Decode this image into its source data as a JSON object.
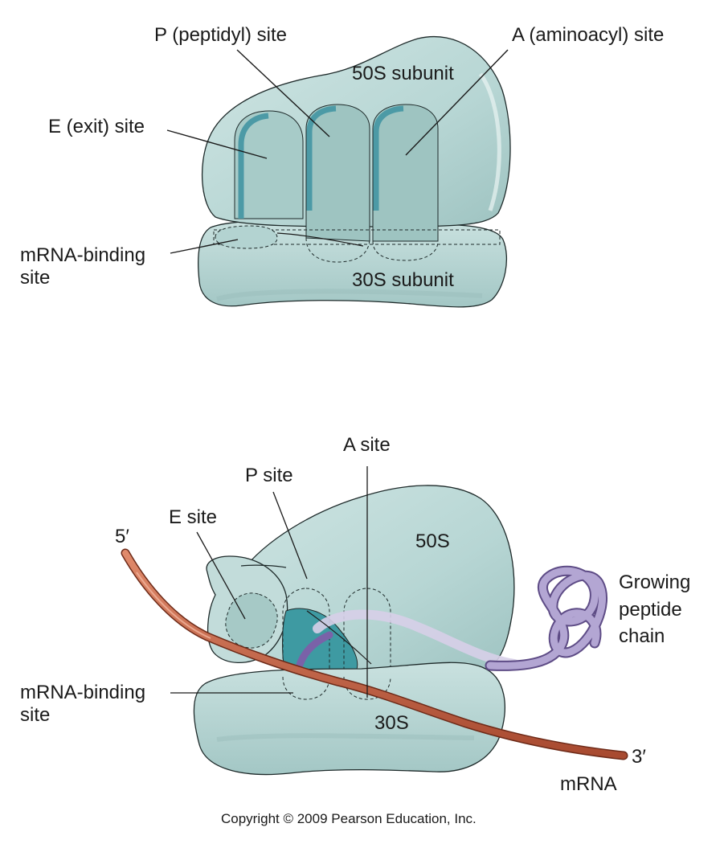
{
  "top_diagram": {
    "labels": {
      "p_site": "P (peptidyl) site",
      "a_site": "A (aminoacyl) site",
      "e_site": "E (exit) site",
      "large_subunit": "50S subunit",
      "mrna_binding": "mRNA-binding site",
      "small_subunit": "30S subunit"
    }
  },
  "bottom_diagram": {
    "labels": {
      "a_site": "A site",
      "p_site": "P site",
      "e_site": "E site",
      "five_prime": "5′",
      "large_subunit": "50S",
      "growing_chain": "Growing peptide chain",
      "mrna_binding": "mRNA-binding site",
      "small_subunit": "30S",
      "three_prime": "3′",
      "mrna": "mRNA"
    }
  },
  "footer": {
    "copyright": "Copyright © 2009 Pearson Education, Inc."
  },
  "colors": {
    "ribosome_fill": "#b9d8d6",
    "ribosome_shade": "#9fc4c2",
    "site_fill": "#9cc3c0",
    "site_edge": "#4c9aa6",
    "mrna": "#c05c3e",
    "peptide": "#a99bc8",
    "trna_dark": "#2f8d96"
  }
}
